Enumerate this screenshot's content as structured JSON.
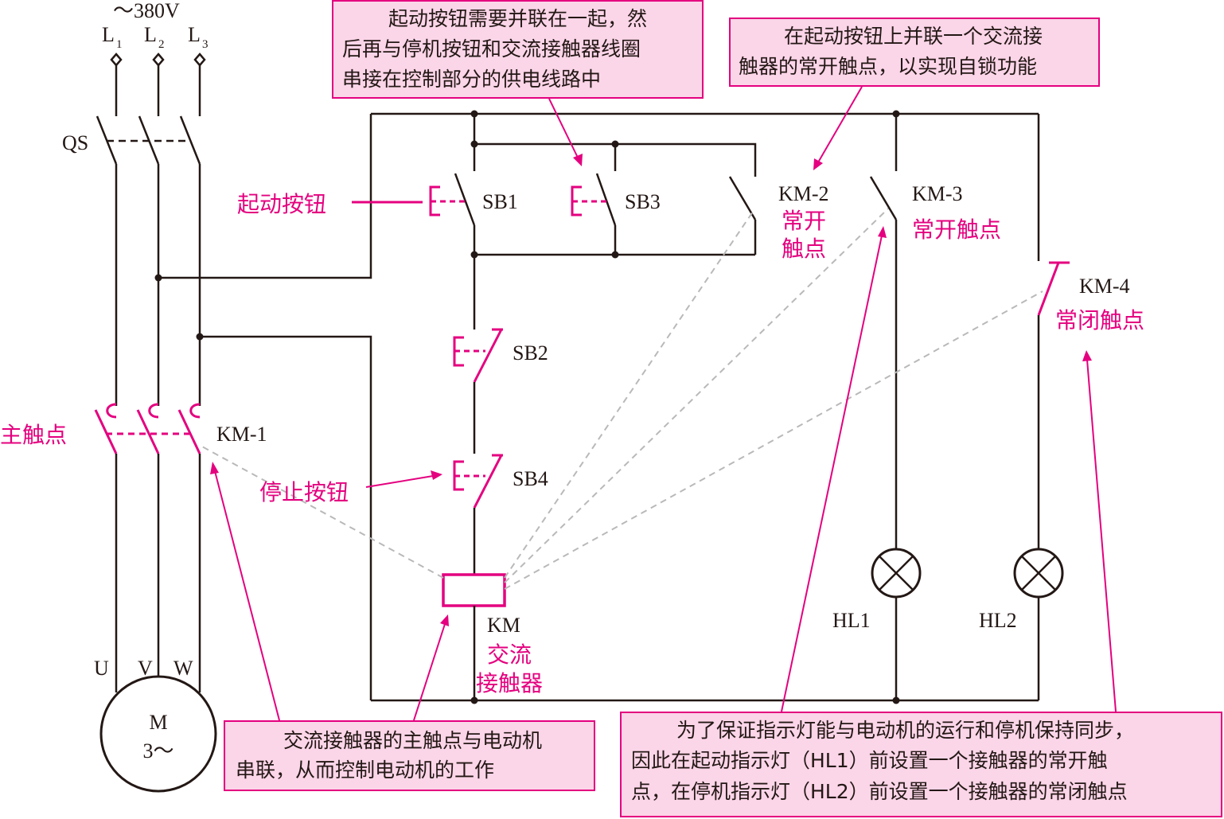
{
  "supply": {
    "voltage": "～380V",
    "phases": [
      "L",
      "L",
      "L"
    ],
    "phase_subs": [
      "1",
      "2",
      "3"
    ]
  },
  "components": {
    "qs": "QS",
    "sb1": "SB1",
    "sb2": "SB2",
    "sb3": "SB3",
    "sb4": "SB4",
    "km1": "KM-1",
    "km2": "KM-2",
    "km3": "KM-3",
    "km4": "KM-4",
    "km": "KM",
    "hl1": "HL1",
    "hl2": "HL2",
    "terminals": [
      "U",
      "V",
      "W"
    ],
    "motor_line1": "M",
    "motor_line2": "3～"
  },
  "labels": {
    "start_button": "起动按钮",
    "stop_button": "停止按钮",
    "main_contact": "主触点",
    "km2_no_line1": "常开",
    "km2_no_line2": "触点",
    "km3_no": "常开触点",
    "km4_nc": "常闭触点",
    "contactor_line1": "交流",
    "contactor_line2": "接触器"
  },
  "notes": {
    "start_parallel": [
      "起动按钮需要并联在一起，然",
      "后再与停机按钮和交流接触器线圈",
      "串接在控制部分的供电线路中"
    ],
    "self_lock": [
      "在起动按钮上并联一个交流接",
      "触器的常开触点，以实现自锁功能"
    ],
    "main_contact_note": [
      "交流接触器的主触点与电动机",
      "串联，从而控制电动机的工作"
    ],
    "indicator_note": [
      "为了保证指示灯能与电动机的运行和停机保持同步，",
      "因此在起动指示灯（HL1）前设置一个接触器的常开触",
      "点，在停机指示灯（HL2）前设置一个接触器的常闭触点"
    ]
  },
  "colors": {
    "accent": "#e4007f",
    "note_bg": "#fbd5e8",
    "wire": "#231815"
  }
}
